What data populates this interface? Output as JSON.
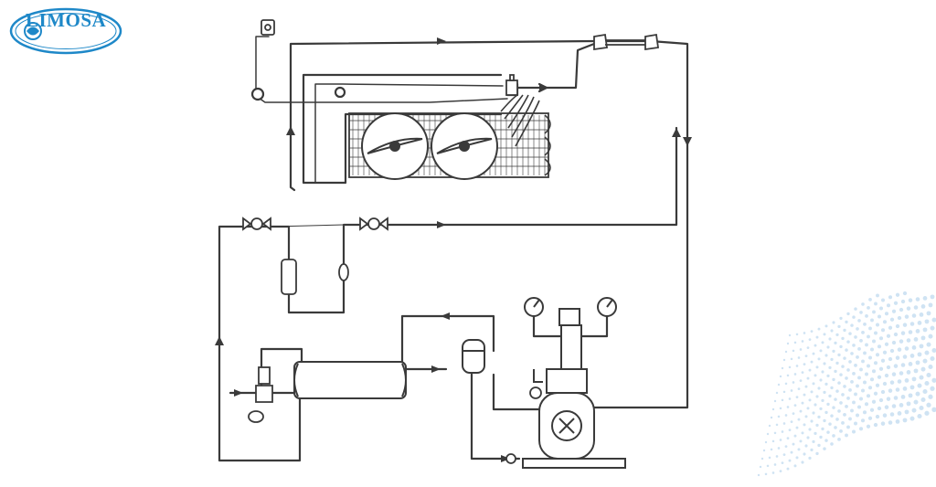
{
  "brand": {
    "name": "LIMOSA",
    "color": "#1e88c8"
  },
  "diagram": {
    "line_color": "#3a3a3a",
    "components": [
      "pressure-switch",
      "air-cooled-condenser",
      "condenser-fan-1",
      "condenser-fan-2",
      "expansion-valve",
      "hand-valve-1",
      "hand-valve-2",
      "filter-drier",
      "sight-glass",
      "evaporator-shell",
      "oil-separator",
      "compressor",
      "suction-gauge",
      "discharge-gauge",
      "solenoid-valve"
    ]
  },
  "decoration": {
    "dot_color": "#cfe3f3"
  }
}
